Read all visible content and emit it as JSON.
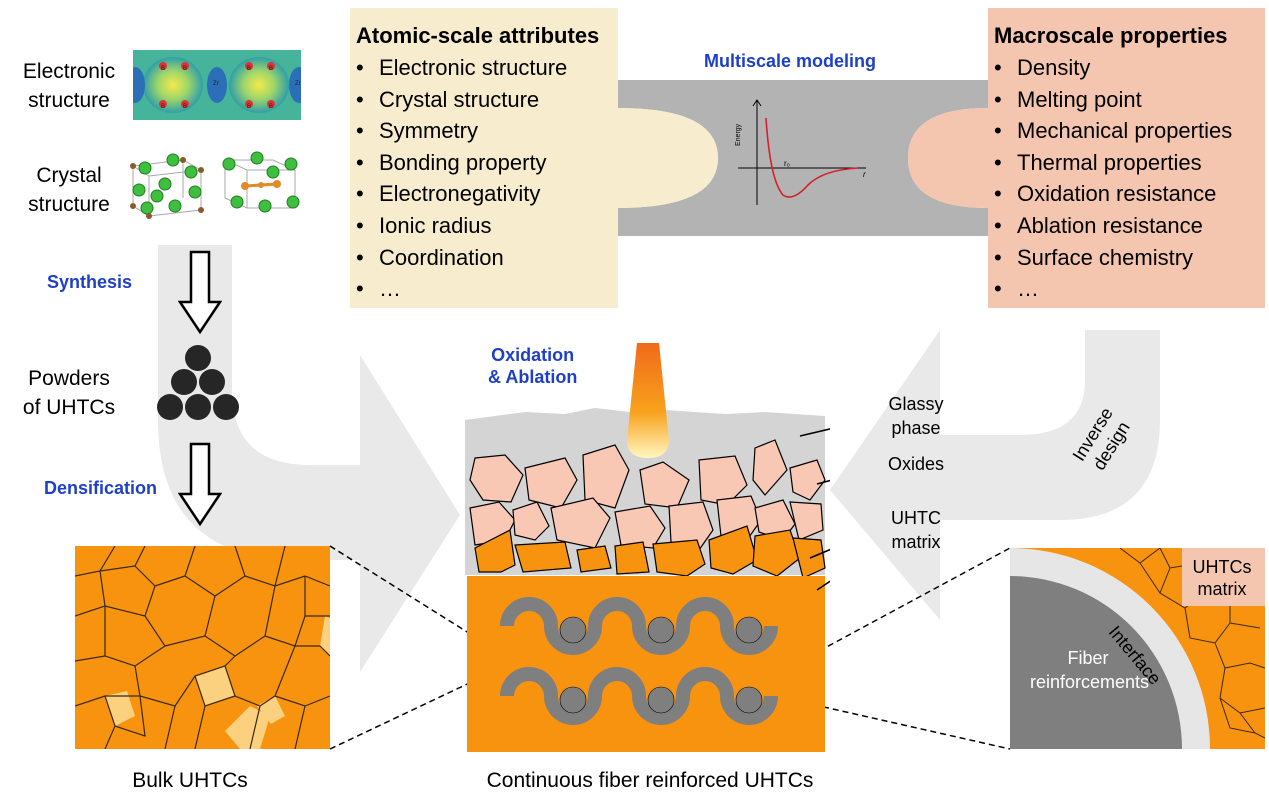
{
  "left": {
    "electronic_structure": "Electronic\nstructure",
    "crystal_structure": "Crystal\nstructure",
    "synthesis": "Synthesis",
    "powders": "Powders\nof UHTCs",
    "densification": "Densification",
    "bulk_caption": "Bulk UHTCs",
    "map_atom_labels": [
      "B",
      "B",
      "B",
      "B",
      "Zr",
      "Zr",
      "B",
      "B",
      "B",
      "B"
    ]
  },
  "atomic_panel": {
    "title": "Atomic-scale attributes",
    "bullet": "•",
    "items": [
      "Electronic structure",
      "Crystal structure",
      "Symmetry",
      "Bonding property",
      "Electronegativity",
      "Ionic radius",
      "Coordination",
      "…"
    ]
  },
  "macro_panel": {
    "title": "Macroscale properties",
    "bullet": "•",
    "items": [
      "Density",
      "Melting point",
      "Mechanical properties",
      "Thermal properties",
      "Oxidation resistance",
      "Ablation resistance",
      "Surface chemistry",
      "…"
    ]
  },
  "bridge": {
    "label": "Multiscale modeling",
    "ylabel": "Energy",
    "r0": "r₀",
    "xlabel": "r"
  },
  "center": {
    "oxidation": "Oxidation\n& Ablation",
    "glassy": "Glassy\nphase",
    "oxides": "Oxides",
    "uhtc_matrix": "UHTC\nmatrix",
    "caption": "Continuous fiber reinforced UHTCs"
  },
  "right": {
    "inverse_design": "Inverse\ndesign",
    "matrix": "UHTCs\nmatrix",
    "interface": "Interface",
    "fiber": "Fiber\nreinforcements"
  },
  "colors": {
    "orange": "#f7930f",
    "panel_yellow": "#f7eccd",
    "panel_salmon": "#f5c6af",
    "bridge_gray": "#b3b3b3",
    "arrow_gray": "#e9e9e9",
    "blue_text": "#1f3fc8",
    "oxide_pink": "#f8c8b4",
    "glass_gray": "#d4d4d4",
    "fiber_gray": "#7f7f7f"
  }
}
